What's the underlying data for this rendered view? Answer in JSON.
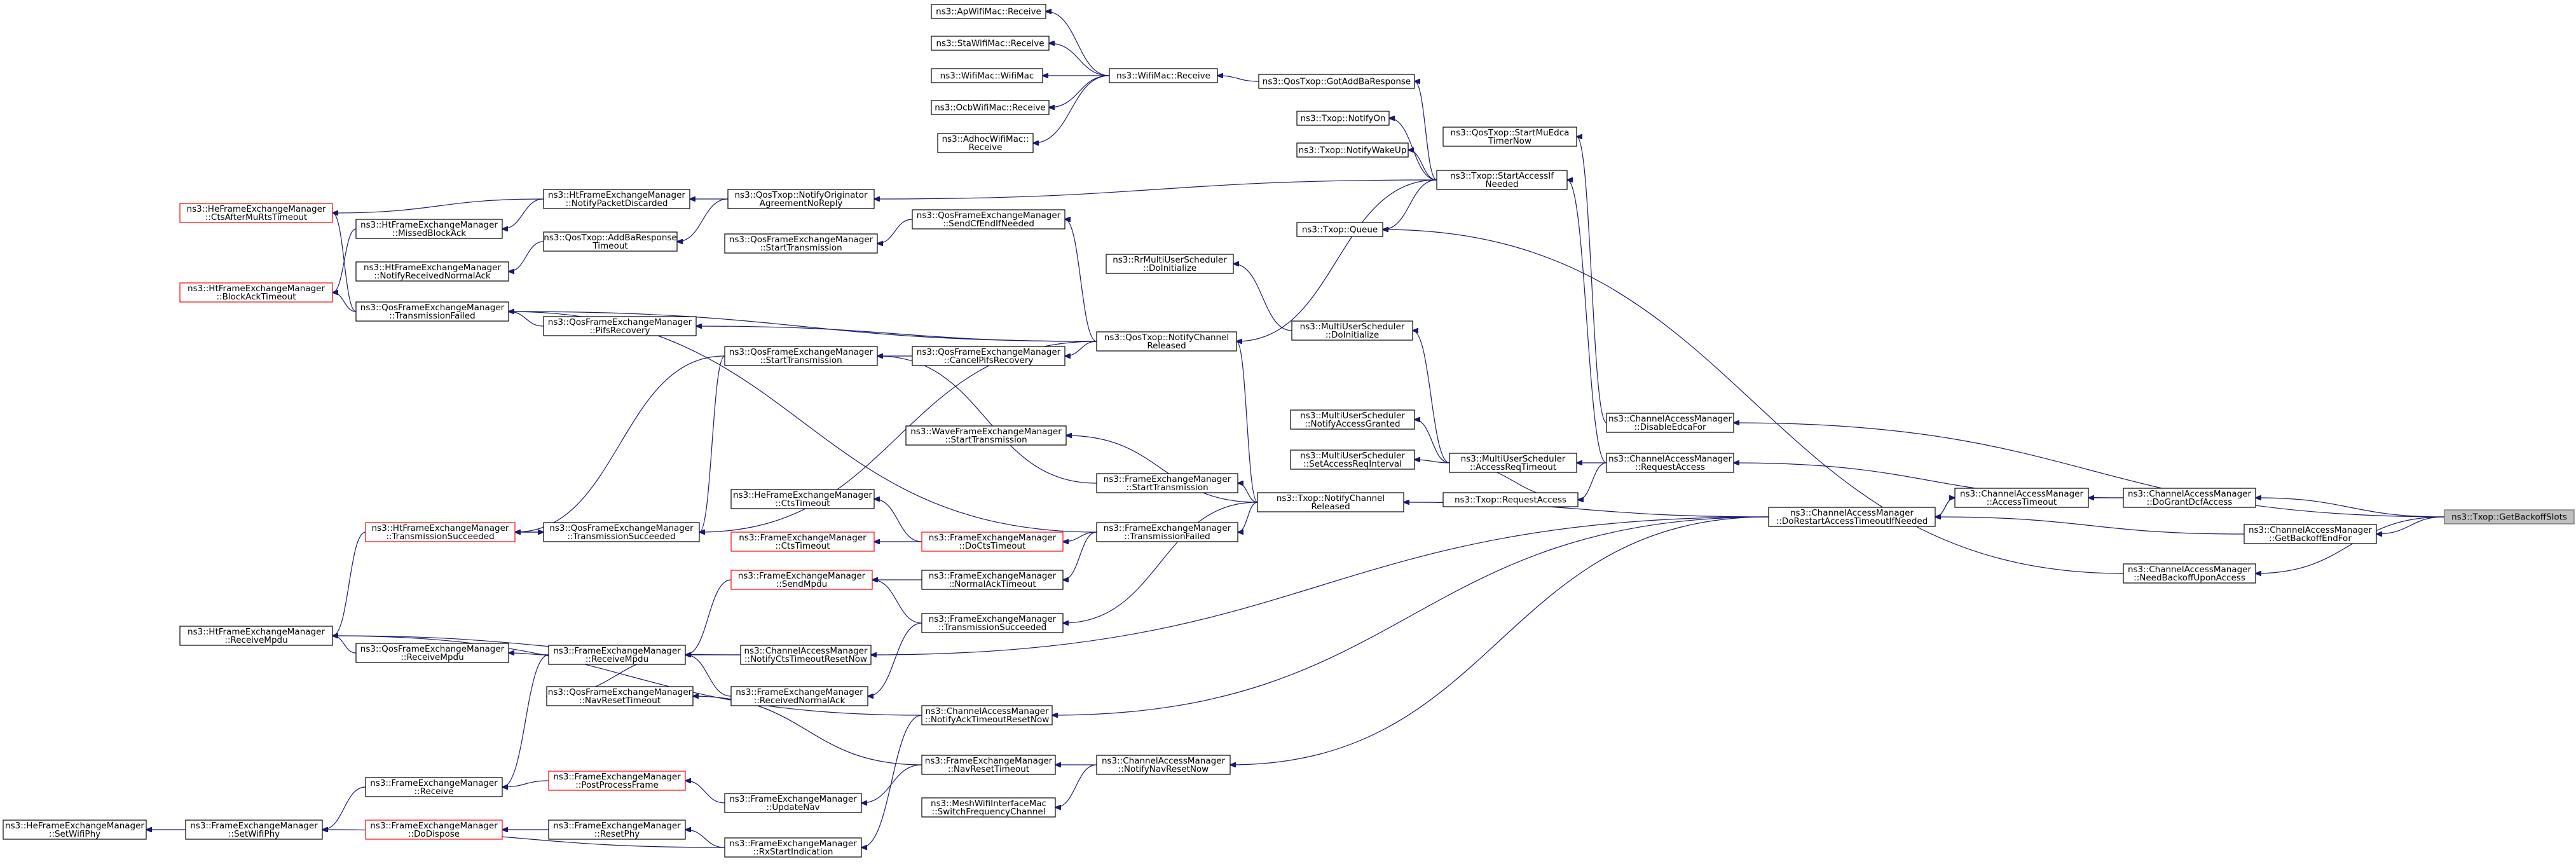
{
  "nodes": [
    {
      "id": "root",
      "lines": [
        "ns3::Txop::GetBackoffSlots"
      ],
      "style": "root"
    },
    {
      "id": "cam_disable_edca",
      "lines": [
        "ns3::ChannelAccessManager",
        "::DisableEdcaFor"
      ]
    },
    {
      "id": "cam_do_grant",
      "lines": [
        "ns3::ChannelAccessManager",
        "::DoGrantDcfAccess"
      ]
    },
    {
      "id": "cam_get_backoff_end",
      "lines": [
        "ns3::ChannelAccessManager",
        "::GetBackoffEndFor"
      ]
    },
    {
      "id": "cam_need_backoff",
      "lines": [
        "ns3::ChannelAccessManager",
        "::NeedBackoffUponAccess"
      ]
    },
    {
      "id": "cam_access_timeout",
      "lines": [
        "ns3::ChannelAccessManager",
        "::AccessTimeout"
      ]
    },
    {
      "id": "cam_do_restart",
      "lines": [
        "ns3::ChannelAccessManager",
        "::DoRestartAccessTimeoutIfNeeded"
      ]
    },
    {
      "id": "cam_request_access",
      "lines": [
        "ns3::ChannelAccessManager",
        "::RequestAccess"
      ]
    },
    {
      "id": "cam_notify_nav_reset",
      "lines": [
        "ns3::ChannelAccessManager",
        "::NotifyNavResetNow"
      ]
    },
    {
      "id": "cam_notify_ack_timeout",
      "lines": [
        "ns3::ChannelAccessManager",
        "::NotifyAckTimeoutResetNow"
      ]
    },
    {
      "id": "cam_notify_cts_timeout",
      "lines": [
        "ns3::ChannelAccessManager",
        "::NotifyCtsTimeoutResetNow"
      ]
    },
    {
      "id": "txop_start_access",
      "lines": [
        "ns3::Txop::StartAccessIf",
        "Needed"
      ]
    },
    {
      "id": "txop_request_access",
      "lines": [
        "ns3::Txop::RequestAccess"
      ]
    },
    {
      "id": "txop_notify_channel_released",
      "lines": [
        "ns3::Txop::NotifyChannel",
        "Released"
      ]
    },
    {
      "id": "qos_start_multi_edca",
      "lines": [
        "ns3::QosTxop::StartMuEdca",
        "TimerNow"
      ]
    },
    {
      "id": "txop_queue",
      "lines": [
        "ns3::Txop::Queue"
      ]
    },
    {
      "id": "txop_notify_on",
      "lines": [
        "ns3::Txop::NotifyOn"
      ]
    },
    {
      "id": "txop_notify_wakeup",
      "lines": [
        "ns3::Txop::NotifyWakeUp"
      ]
    },
    {
      "id": "qos_got_addba",
      "lines": [
        "ns3::QosTxop::GotAddBaResponse"
      ]
    },
    {
      "id": "wifimac_receive",
      "lines": [
        "ns3::WifiMac::Receive"
      ]
    },
    {
      "id": "apwifimac_receive",
      "lines": [
        "ns3::ApWifiMac::Receive"
      ]
    },
    {
      "id": "stawifimac_receive",
      "lines": [
        "ns3::StaWifiMac::Receive"
      ]
    },
    {
      "id": "wifimac_wifimac",
      "lines": [
        "ns3::WifiMac::WifiMac"
      ]
    },
    {
      "id": "ocbwifimac_receive",
      "lines": [
        "ns3::OcbWifiMac::Receive"
      ]
    },
    {
      "id": "adhocwifimac_receive",
      "lines": [
        "ns3::AdhocWifiMac::",
        "Receive"
      ]
    },
    {
      "id": "qos_notify_originator",
      "lines": [
        "ns3::QosTxop::NotifyOriginator",
        "AgreementNoReply"
      ]
    },
    {
      "id": "qos_addba_timeout",
      "lines": [
        "ns3::QosTxop::AddBaResponse",
        "Timeout"
      ]
    },
    {
      "id": "qos_notify_channel_released",
      "lines": [
        "ns3::QosTxop::NotifyChannel",
        "Released"
      ]
    },
    {
      "id": "rr_doinit",
      "lines": [
        "ns3::RrMultiUserScheduler",
        "::DoInitialize"
      ]
    },
    {
      "id": "mus_doinit",
      "lines": [
        "ns3::MultiUserScheduler",
        "::DoInitialize"
      ]
    },
    {
      "id": "mus_notify_granted",
      "lines": [
        "ns3::MultiUserScheduler",
        "::NotifyAccessGranted"
      ]
    },
    {
      "id": "mus_set_access_req",
      "lines": [
        "ns3::MultiUserScheduler",
        "::SetAccessReqInterval"
      ]
    },
    {
      "id": "mus_access_req_timeout",
      "lines": [
        "ns3::MultiUserScheduler",
        "::AccessReqTimeout"
      ]
    },
    {
      "id": "wave_start_tx",
      "lines": [
        "ns3::WaveFrameExchangeManager",
        "::StartTransmission"
      ]
    },
    {
      "id": "fem_start_tx",
      "lines": [
        "ns3::FrameExchangeManager",
        "::StartTransmission"
      ]
    },
    {
      "id": "fem_tx_failed",
      "lines": [
        "ns3::FrameExchangeManager",
        "::TransmissionFailed"
      ]
    },
    {
      "id": "fem_docts_timeout",
      "lines": [
        "ns3::FrameExchangeManager",
        "::DoCtsTimeout"
      ],
      "style": "red"
    },
    {
      "id": "he_cts_timeout",
      "lines": [
        "ns3::HeFrameExchangeManager",
        "::CtsTimeout"
      ]
    },
    {
      "id": "fem_cts_timeout",
      "lines": [
        "ns3::FrameExchangeManager",
        "::CtsTimeout"
      ],
      "style": "red"
    },
    {
      "id": "fem_normal_ack_timeout",
      "lines": [
        "ns3::FrameExchangeManager",
        "::NormalAckTimeout"
      ]
    },
    {
      "id": "fem_send_mpdu",
      "lines": [
        "ns3::FrameExchangeManager",
        "::SendMpdu"
      ],
      "style": "red"
    },
    {
      "id": "fem_tx_succeeded",
      "lines": [
        "ns3::FrameExchangeManager",
        "::TransmissionSucceeded"
      ]
    },
    {
      "id": "qfem_send_cf_end",
      "lines": [
        "ns3::QosFrameExchangeManager",
        "::SendCfEndIfNeeded"
      ]
    },
    {
      "id": "qfem_start_tx_a",
      "lines": [
        "ns3::QosFrameExchangeManager",
        "::StartTransmission"
      ]
    },
    {
      "id": "qfem_cancel_pifs",
      "lines": [
        "ns3::QosFrameExchangeManager",
        "::CancelPifsRecovery"
      ]
    },
    {
      "id": "qfem_start_tx_b",
      "lines": [
        "ns3::QosFrameExchangeManager",
        "::StartTransmission"
      ]
    },
    {
      "id": "qfem_pifs_recovery",
      "lines": [
        "ns3::QosFrameExchangeManager",
        "::PifsRecovery"
      ]
    },
    {
      "id": "qfem_tx_failed",
      "lines": [
        "ns3::QosFrameExchangeManager",
        "::TransmissionFailed"
      ]
    },
    {
      "id": "qfem_tx_succeeded",
      "lines": [
        "ns3::QosFrameExchangeManager",
        "::TransmissionSucceeded"
      ]
    },
    {
      "id": "ht_notify_packet_discarded",
      "lines": [
        "ns3::HtFrameExchangeManager",
        "::NotifyPacketDiscarded"
      ]
    },
    {
      "id": "ht_missed_block_ack",
      "lines": [
        "ns3::HtFrameExchangeManager",
        "::MissedBlockAck"
      ]
    },
    {
      "id": "ht_notify_received_normal_ack",
      "lines": [
        "ns3::HtFrameExchangeManager",
        "::NotifyReceivedNormalAck"
      ]
    },
    {
      "id": "he_cts_after_mu_rts",
      "lines": [
        "ns3::HeFrameExchangeManager",
        "::CtsAfterMuRtsTimeout"
      ],
      "style": "red"
    },
    {
      "id": "ht_block_ack_timeout",
      "lines": [
        "ns3::HtFrameExchangeManager",
        "::BlockAckTimeout"
      ],
      "style": "red"
    },
    {
      "id": "ht_tx_succeeded",
      "lines": [
        "ns3::HtFrameExchangeManager",
        "::TransmissionSucceeded"
      ],
      "style": "red"
    },
    {
      "id": "ht_receive_mpdu",
      "lines": [
        "ns3::HtFrameExchangeManager",
        "::ReceiveMpdu"
      ]
    },
    {
      "id": "qfem_receive_mpdu",
      "lines": [
        "ns3::QosFrameExchangeManager",
        "::ReceiveMpdu"
      ]
    },
    {
      "id": "fem_receive_mpdu",
      "lines": [
        "ns3::FrameExchangeManager",
        "::ReceiveMpdu"
      ]
    },
    {
      "id": "fem_received_normal_ack",
      "lines": [
        "ns3::FrameExchangeManager",
        "::ReceivedNormalAck"
      ]
    },
    {
      "id": "qfem_nav_reset_timeout",
      "lines": [
        "ns3::QosFrameExchangeManager",
        "::NavResetTimeout"
      ]
    },
    {
      "id": "fem_nav_reset_timeout",
      "lines": [
        "ns3::FrameExchangeManager",
        "::NavResetTimeout"
      ]
    },
    {
      "id": "mesh_switch_freq",
      "lines": [
        "ns3::MeshWifiInterfaceMac",
        "::SwitchFrequencyChannel"
      ]
    },
    {
      "id": "fem_update_nav",
      "lines": [
        "ns3::FrameExchangeManager",
        "::UpdateNav"
      ]
    },
    {
      "id": "fem_post_process",
      "lines": [
        "ns3::FrameExchangeManager",
        "::PostProcessFrame"
      ],
      "style": "red"
    },
    {
      "id": "fem_receive",
      "lines": [
        "ns3::FrameExchangeManager",
        "::Receive"
      ]
    },
    {
      "id": "fem_rx_start",
      "lines": [
        "ns3::FrameExchangeManager",
        "::RxStartIndication"
      ]
    },
    {
      "id": "fem_reset_phy",
      "lines": [
        "ns3::FrameExchangeManager",
        "::ResetPhy"
      ]
    },
    {
      "id": "fem_dodispose",
      "lines": [
        "ns3::FrameExchangeManager",
        "::DoDispose"
      ],
      "style": "red"
    },
    {
      "id": "fem_set_wifi_phy",
      "lines": [
        "ns3::FrameExchangeManager",
        "::SetWifiPhy"
      ]
    },
    {
      "id": "he_set_wifi_phy",
      "lines": [
        "ns3::HeFrameExchangeManager",
        "::SetWifiPhy"
      ]
    }
  ]
}
